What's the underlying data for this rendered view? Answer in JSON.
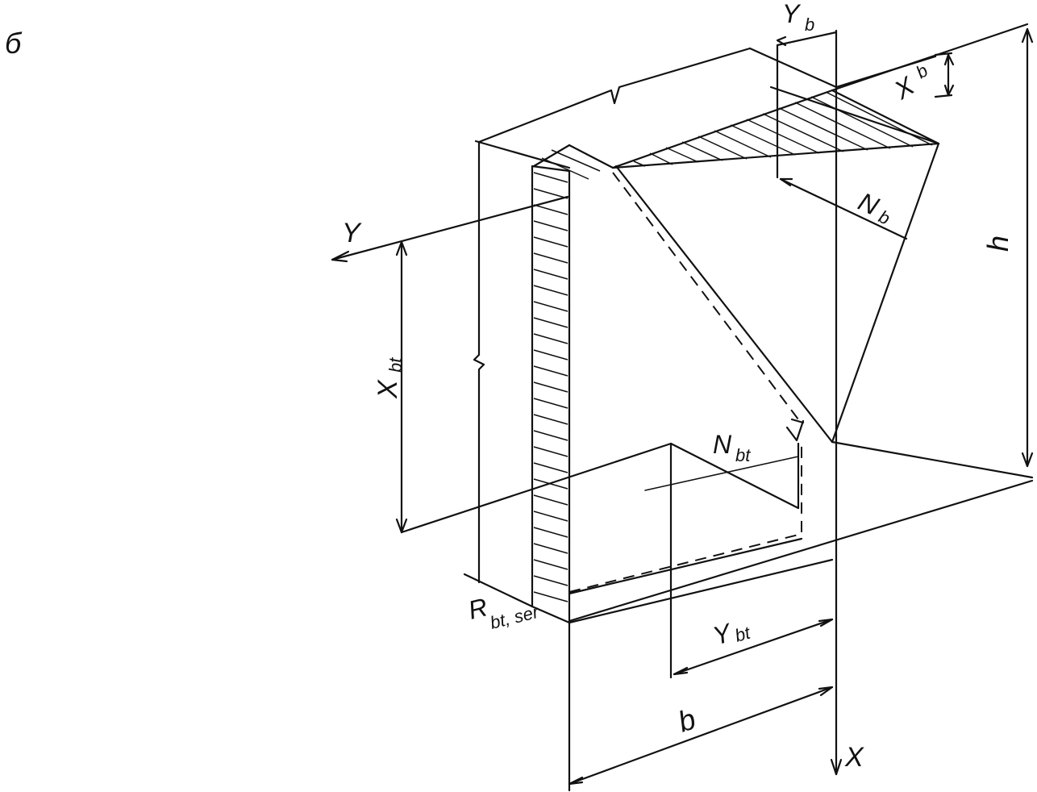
{
  "figure": {
    "panel_letter": "б",
    "labels": {
      "axis_y": "Y",
      "axis_x": "X",
      "yb_main": "Y",
      "yb_sub": "b",
      "xb_main": "X",
      "xb_sub": "b",
      "nb_main": "N",
      "nb_sub": "b",
      "h": "h",
      "xbt_main": "X",
      "xbt_sub": "bt",
      "nbt_main": "N",
      "nbt_sub": "bt",
      "ybt_main": "Y",
      "ybt_sub": "bt",
      "b": "b",
      "rbt_main": "R",
      "rbt_sub": "bt, ser"
    }
  }
}
